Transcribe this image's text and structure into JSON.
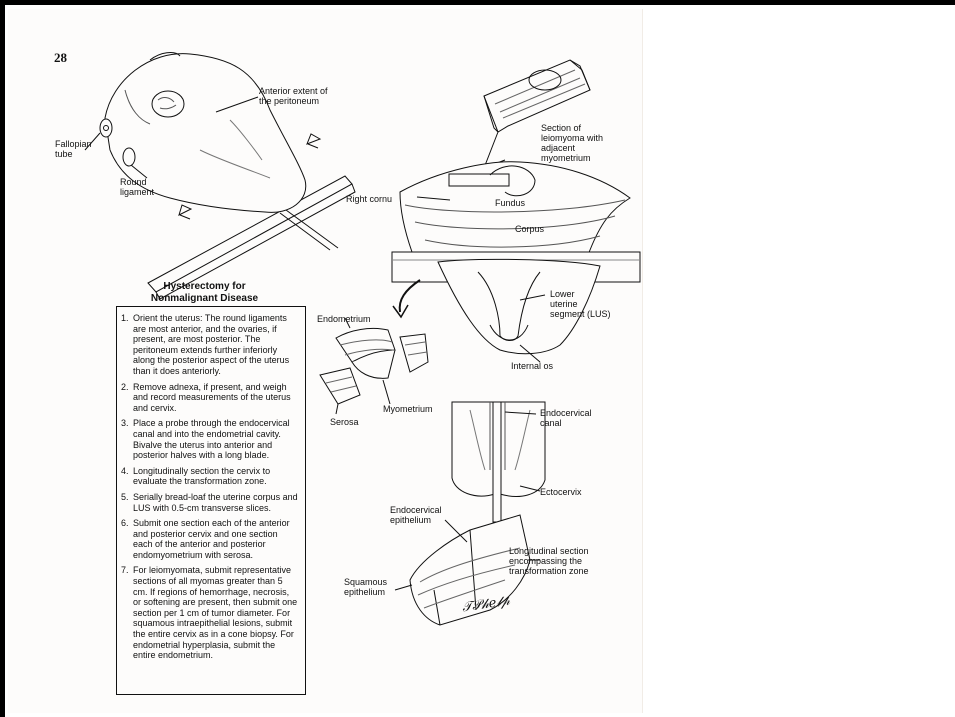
{
  "page": {
    "number": "28",
    "figure_title": "Hysterectomy for\nNonmalignant Disease"
  },
  "labels": {
    "anterior_peritoneum": "Anterior extent of\nthe peritoneum",
    "fallopian_tube": "Fallopian\ntube",
    "round_ligament": "Round\nligament",
    "section_leiomyoma": "Section of\nleiomyoma with\nadjacent\nmyometrium",
    "right_cornu": "Right cornu",
    "fundus": "Fundus",
    "corpus": "Corpus",
    "lower_uterine_segment": "Lower\nuterine\nsegment (LUS)",
    "internal_os": "Internal os",
    "endometrium": "Endometrium",
    "myometrium": "Myometrium",
    "serosa": "Serosa",
    "endocervical_canal": "Endocervical\ncanal",
    "ectocervix": "Ectocervix",
    "endocervical_epithelium": "Endocervical\nepithelium",
    "longitudinal_section": "Longitudinal section\nencompassing the\ntransformation zone",
    "squamous_epithelium": "Squamous\nepithelium"
  },
  "steps": [
    {
      "num": "1.",
      "text": "Orient the uterus: The round ligaments are most anterior, and the ovaries, if present, are most posterior. The peritoneum extends further inferiorly along the posterior aspect of the uterus than it does anteriorly."
    },
    {
      "num": "2.",
      "text": "Remove adnexa, if present, and weigh and record measurements of the uterus and cervix."
    },
    {
      "num": "3.",
      "text": "Place a probe through the endocervical canal and into the endometrial cavity. Bivalve the uterus into anterior and posterior halves with a long blade."
    },
    {
      "num": "4.",
      "text": "Longitudinally section the cervix to evaluate the transformation zone."
    },
    {
      "num": "5.",
      "text": "Serially bread-loaf the uterine corpus and LUS with 0.5-cm transverse slices."
    },
    {
      "num": "6.",
      "text": "Submit one section each of the anterior and posterior cervix and one section each of the anterior and posterior endomyometrium with serosa."
    },
    {
      "num": "7.",
      "text": "For leiomyomata, submit representative sections of all myomas greater than 5 cm. If regions of hemorrhage, necrosis, or softening are present, then submit one section per 1 cm of tumor diameter. For squamous intraepithelial lesions, submit the entire cervix as in a cone biopsy. For endometrial hyperplasia, submit the entire endometrium."
    }
  ],
  "icons": {
    "uterus_top": "uterus-illustration-icon",
    "leiomyoma": "leiomyoma-block-icon",
    "bivalved": "bivalved-uterus-icon",
    "slices": "corpus-slices-icon",
    "cervix": "cervix-section-icon",
    "long_section": "cervix-longitudinal-section-icon",
    "signature": "artist-signature-icon"
  },
  "colors": {
    "ink": "#111111",
    "paper": "#fdfcfb",
    "border": "#000000"
  }
}
